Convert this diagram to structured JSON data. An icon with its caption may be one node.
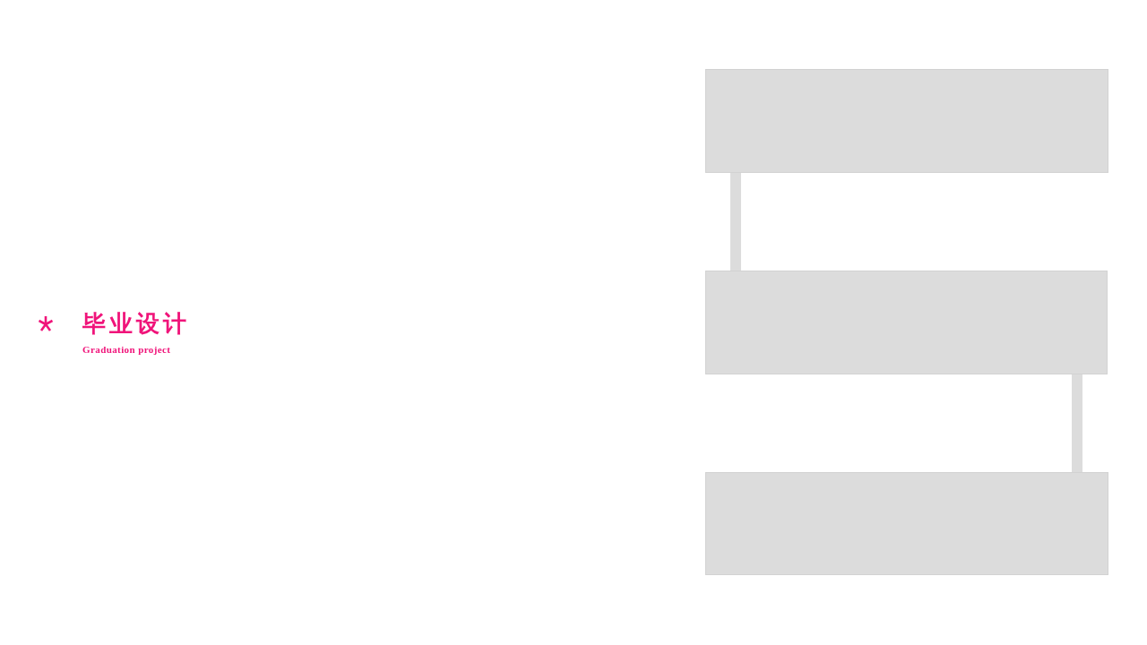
{
  "diagram": {
    "nodes": [
      {
        "text": [],
        "shape": "box"
      },
      {
        "text": [],
        "shape": "box"
      },
      {
        "text": [],
        "shape": "box"
      }
    ],
    "edges": [
      {
        "from": 0,
        "to": 1,
        "arrow": "none"
      },
      {
        "from": 1,
        "to": 2,
        "arrow": "none"
      }
    ],
    "labels": [
      "毕业设计",
      "Graduation project"
    ]
  }
}
